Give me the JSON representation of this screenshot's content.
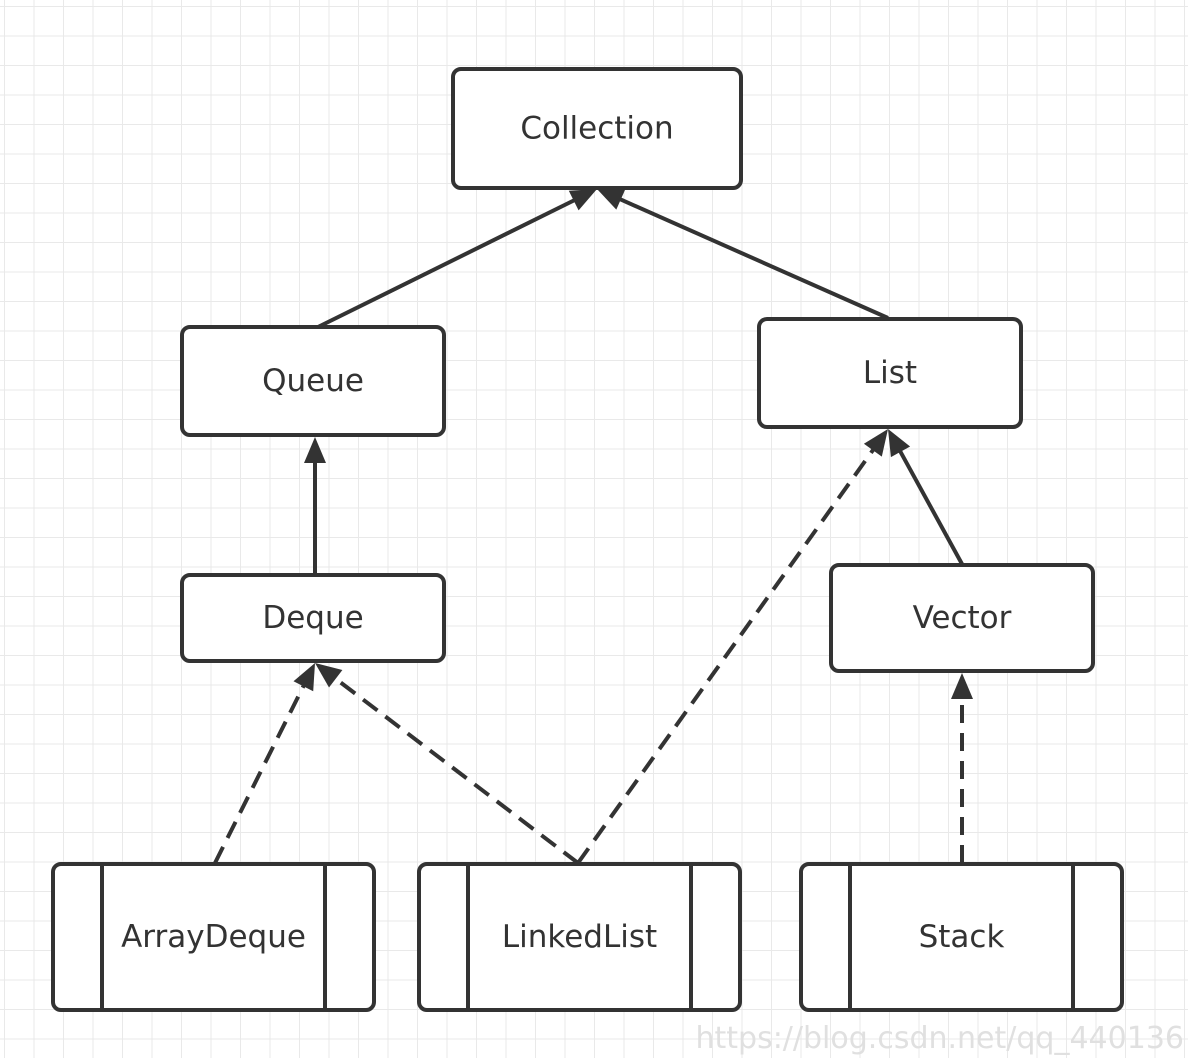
{
  "nodes": {
    "collection": {
      "label": "Collection"
    },
    "queue": {
      "label": "Queue"
    },
    "list": {
      "label": "List"
    },
    "deque": {
      "label": "Deque"
    },
    "vector": {
      "label": "Vector"
    },
    "array_deque": {
      "label": "ArrayDeque"
    },
    "linked_list": {
      "label": "LinkedList"
    },
    "stack": {
      "label": "Stack"
    }
  },
  "edges": [
    {
      "from": "queue",
      "to": "collection",
      "style": "solid"
    },
    {
      "from": "list",
      "to": "collection",
      "style": "solid"
    },
    {
      "from": "deque",
      "to": "queue",
      "style": "solid"
    },
    {
      "from": "vector",
      "to": "list",
      "style": "solid"
    },
    {
      "from": "array_deque",
      "to": "deque",
      "style": "dashed"
    },
    {
      "from": "linked_list",
      "to": "deque",
      "style": "dashed"
    },
    {
      "from": "linked_list",
      "to": "list",
      "style": "dashed"
    },
    {
      "from": "stack",
      "to": "vector",
      "style": "dashed"
    }
  ],
  "watermark": "https://blog.csdn.net/qq_440136",
  "colors": {
    "stroke": "#333333",
    "grid": "#e9e9e9",
    "background": "#ffffff"
  }
}
